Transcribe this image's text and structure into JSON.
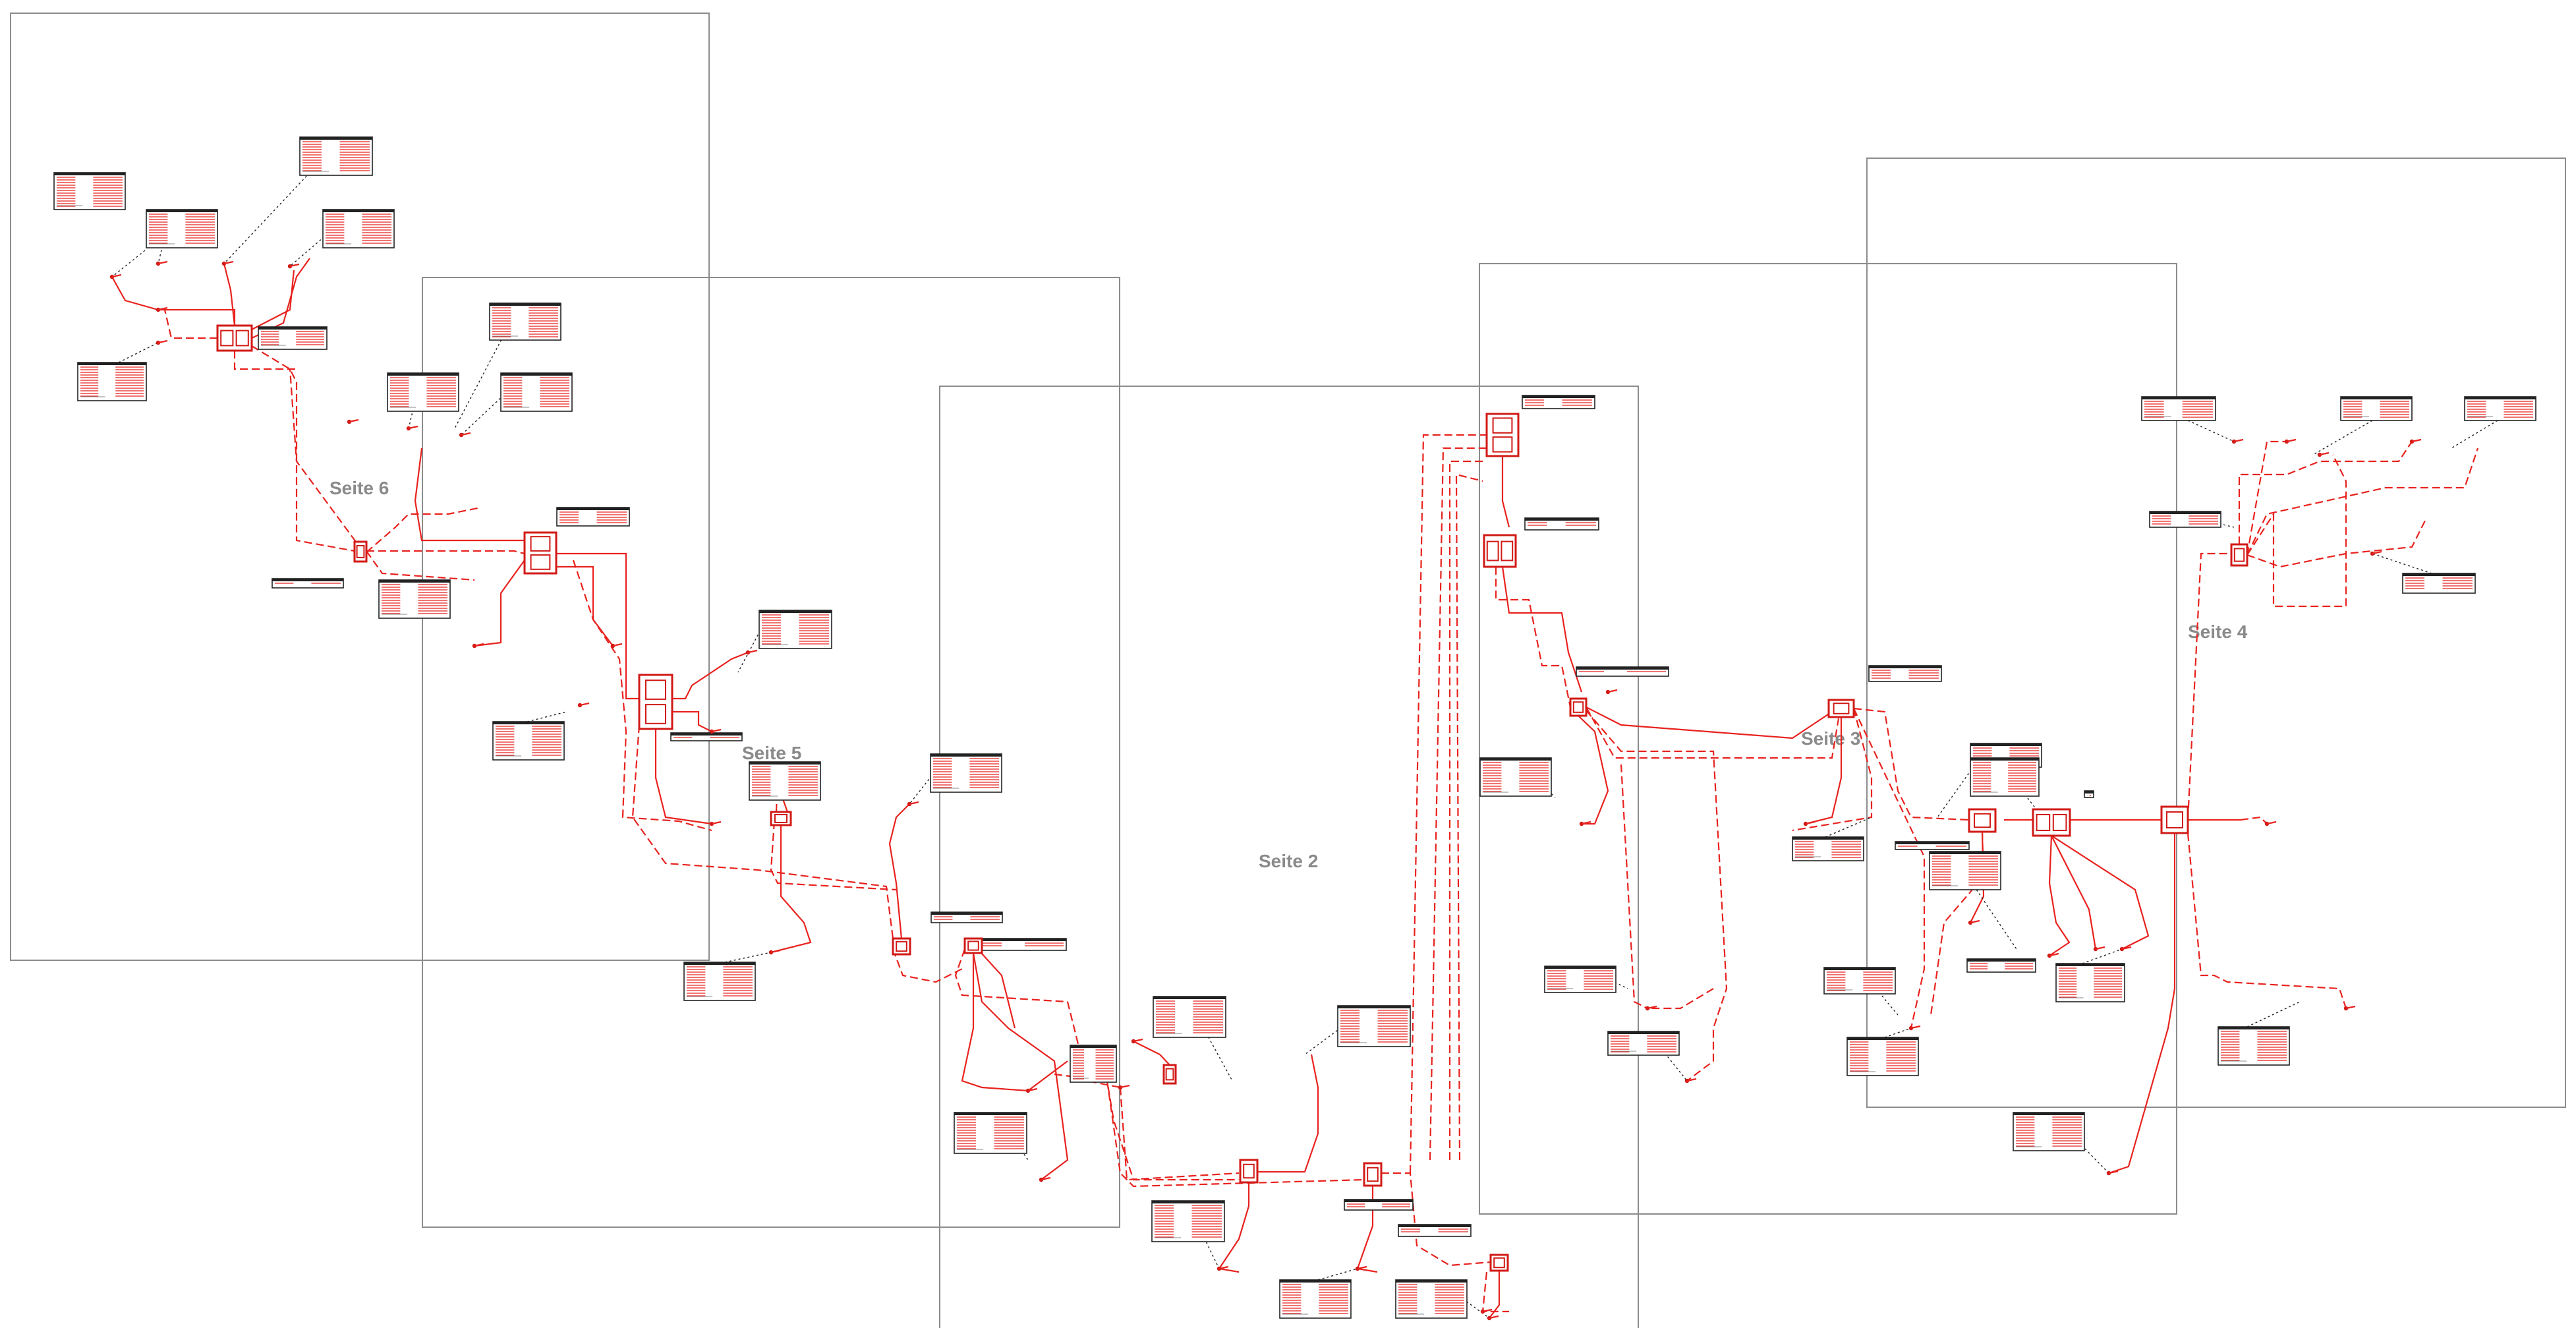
{
  "diagram": {
    "pages": [
      {
        "label": "Seite 6"
      },
      {
        "label": "Seite 5"
      },
      {
        "label": "Seite 2"
      },
      {
        "label": "Seite 3"
      },
      {
        "label": "Seite 4"
      }
    ]
  },
  "colors": {
    "wire": "#e8221e",
    "frame": "#8c8c8c",
    "table_border": "#222222",
    "page_label": "#8a8a8a",
    "background": "#ffffff"
  }
}
